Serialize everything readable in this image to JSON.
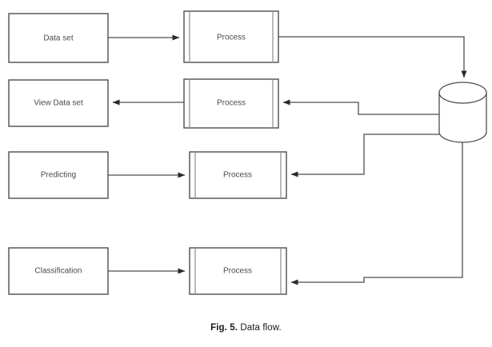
{
  "figure": {
    "caption_label": "Fig. 5.",
    "caption_text": "Data flow."
  },
  "diagram": {
    "type": "data-flow-diagram",
    "colors": {
      "stroke": "#4d4d4d",
      "divider": "#8c8c8c",
      "text": "#4a4a4a",
      "background": "#ffffff"
    },
    "rows": [
      {
        "source_label": "Data set",
        "process_label": "Process",
        "direction": "source-to-process",
        "store_direction": "process-to-store"
      },
      {
        "source_label": "View Data set",
        "process_label": "Process",
        "direction": "process-to-source",
        "store_direction": "store-to-process"
      },
      {
        "source_label": "Predicting",
        "process_label": "Process",
        "direction": "source-to-process",
        "store_direction": "store-to-process"
      },
      {
        "source_label": "Classification",
        "process_label": "Process",
        "direction": "source-to-process",
        "store_direction": "store-to-process"
      }
    ],
    "data_store": {
      "label": "",
      "shape": "cylinder"
    }
  }
}
